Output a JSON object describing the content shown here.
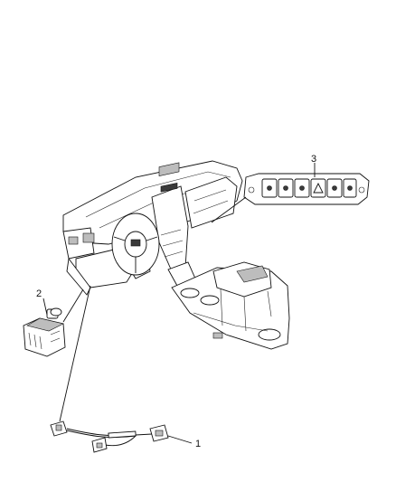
{
  "callouts": {
    "c1": "1",
    "c2": "2",
    "c3": "3"
  },
  "icons": [
    "wiring-harness-icon",
    "switch-icon",
    "switch-bank-icon",
    "instrument-panel-icon",
    "center-console-icon"
  ]
}
